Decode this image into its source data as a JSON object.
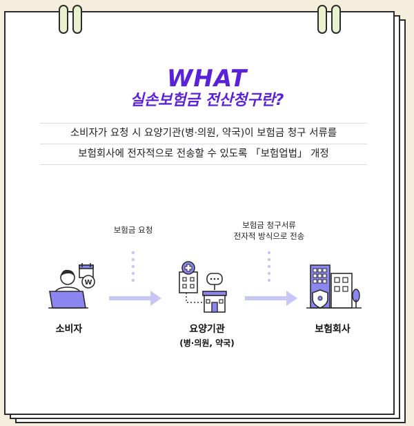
{
  "header": {
    "title": "WHAT",
    "subtitle": "실손보험금 전산청구란?"
  },
  "description": {
    "line1": "소비자가 요청 시 요양기관(병·의원, 약국)이 보험금 청구 서류를",
    "line2": "보험회사에 전자적으로 전송할 수 있도록 「보험업법」 개정"
  },
  "flow": {
    "step1_label": "보험금 요청",
    "step2_label_line1": "보험금 청구서류",
    "step2_label_line2": "전자적 방식으로 전송",
    "nodes": [
      {
        "label": "소비자",
        "icon": "consumer-icon"
      },
      {
        "label": "요양기관",
        "sub": "(병·의원, 약국)",
        "icon": "medical-institution-icon"
      },
      {
        "label": "보험회사",
        "icon": "insurance-company-icon"
      }
    ]
  },
  "colors": {
    "accent": "#5a22d6",
    "icon_fill": "#8b86f0",
    "arrow": "#c9c6f4",
    "background": "#f6eedc"
  }
}
